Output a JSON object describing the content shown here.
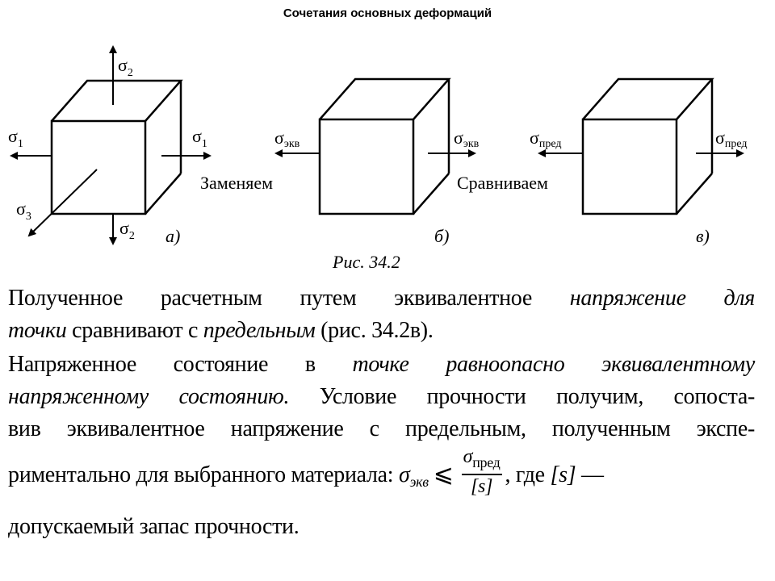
{
  "slide": {
    "title": "Сочетания основных деформаций"
  },
  "figure": {
    "a": {
      "sigma1": "σ",
      "sigma1_index": "1",
      "sigma2": "σ",
      "sigma2_index": "2",
      "sigma3": "σ",
      "sigma3_index": "3",
      "panel_label": "а)"
    },
    "b": {
      "sigma": "σ",
      "sigma_index": "экв",
      "panel_label": "б)"
    },
    "c": {
      "sigma": "σ",
      "sigma_index": "пред",
      "panel_label": "в)"
    },
    "replace_label": "Заменяем",
    "compare_label": "Сравниваем",
    "caption": "Рис. 34.2"
  },
  "text": {
    "p1_a": "Полученное расчетным путем эквивалентное ",
    "p1_b_italic": "напряжение для",
    "p1_c_italic": "точки",
    "p1_d": " сравнивают с ",
    "p1_e_italic": "предельным",
    "p1_f": " (рис. 34.2в).",
    "p2_a": "Напряженное состояние в ",
    "p2_b_italic": "точке равноопасно эквивалентному",
    "p2_c_italic": "напряженному состоянию.",
    "p2_d": " Условие прочности получим, сопоста-",
    "p2_e": "вив эквивалентное напряжение с предельным, полученным экспе-",
    "p2_f": "риментально для выбранного материала: ",
    "formula_sigma": "σ",
    "formula_sigma_sub": "экв",
    "formula_leq": "⩽",
    "formula_num": "σ",
    "formula_num_sub": "пред",
    "formula_den": "[s]",
    "p2_g": ", где ",
    "p2_h": "[s]",
    "p2_i": " —",
    "p2_j": "допускаемый запас прочности."
  }
}
